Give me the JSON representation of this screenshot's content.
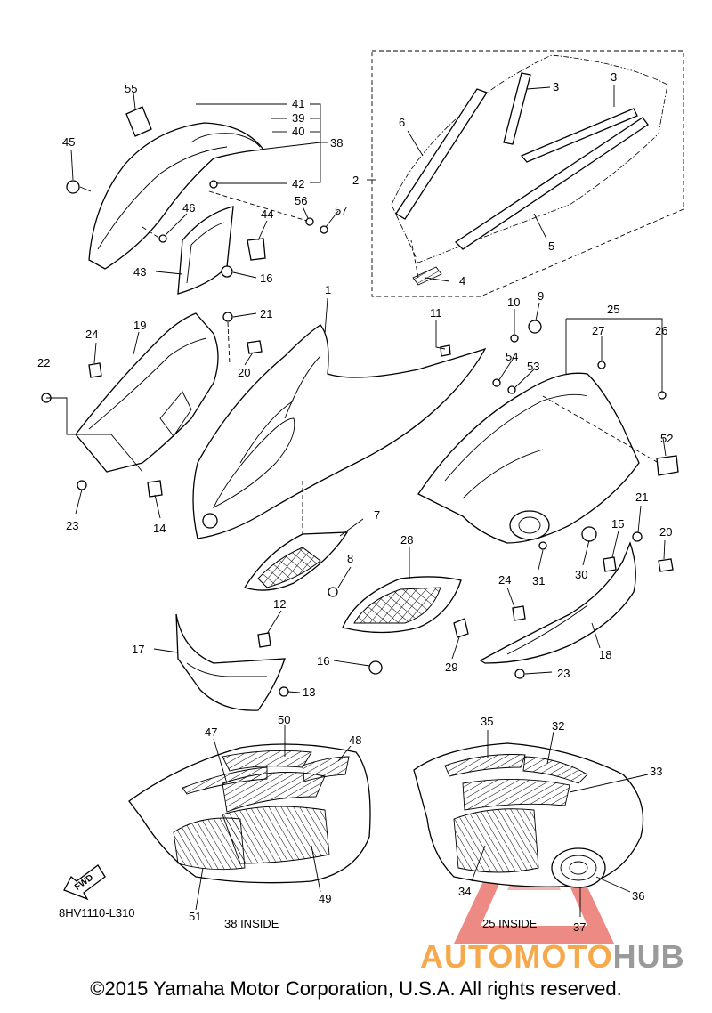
{
  "diagram": {
    "code": "8HV1110-L310",
    "fwd_label": "FWD",
    "inside_38": "38 INSIDE",
    "inside_25": "25 INSIDE",
    "labels": {
      "n1": "1",
      "n2": "2",
      "n3a": "3",
      "n3b": "3",
      "n4": "4",
      "n5": "5",
      "n6": "6",
      "n7": "7",
      "n8": "8",
      "n9": "9",
      "n10": "10",
      "n11": "11",
      "n12": "12",
      "n13": "13",
      "n14": "14",
      "n15": "15",
      "n16a": "16",
      "n16b": "16",
      "n17": "17",
      "n18": "18",
      "n19": "19",
      "n20a": "20",
      "n20b": "20",
      "n21a": "21",
      "n21b": "21",
      "n22": "22",
      "n23a": "23",
      "n23b": "23",
      "n24a": "24",
      "n24b": "24",
      "n25": "25",
      "n26": "26",
      "n27": "27",
      "n28": "28",
      "n29": "29",
      "n30": "30",
      "n31": "31",
      "n32": "32",
      "n33": "33",
      "n34": "34",
      "n35": "35",
      "n36": "36",
      "n37": "37",
      "n38": "38",
      "n39": "39",
      "n40": "40",
      "n41": "41",
      "n42": "42",
      "n43": "43",
      "n44": "44",
      "n45": "45",
      "n46": "46",
      "n47": "47",
      "n48": "48",
      "n49": "49",
      "n50": "50",
      "n51": "51",
      "n52": "52",
      "n53": "53",
      "n54": "54",
      "n55": "55",
      "n56": "56",
      "n57": "57"
    }
  },
  "watermark": {
    "part1": "AUTOMOTO",
    "part2": "HUB",
    "color1": "#f6a94a",
    "color2": "#9a9a9a",
    "triangle_color": "#e8665f"
  },
  "copyright": "©2015 Yamaha Motor Corporation, U.S.A. All rights reserved."
}
